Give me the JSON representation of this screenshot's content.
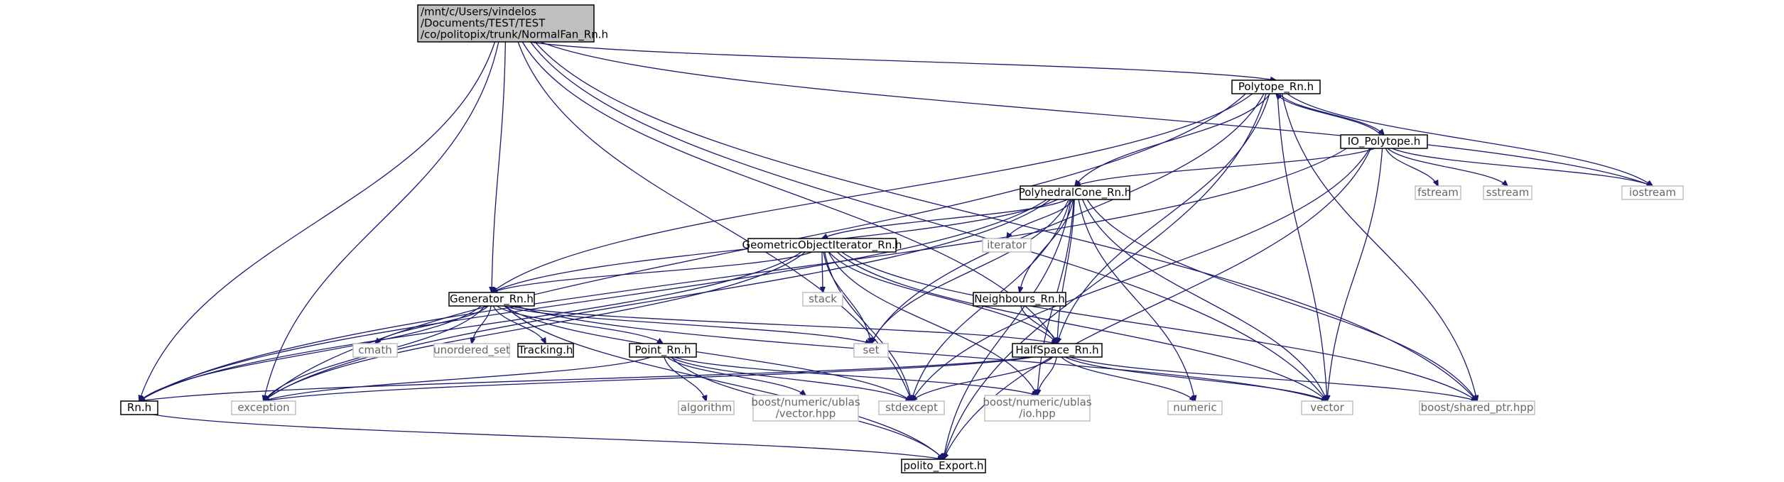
{
  "nodes": [
    {
      "id": "root",
      "lines": [
        "/mnt/c/Users/vindelos",
        "/Documents/TEST/TEST",
        "/co/politopix/trunk/NormalFan_Rn.h"
      ],
      "style": "root"
    },
    {
      "id": "polytope",
      "lines": [
        "Polytope_Rn.h"
      ],
      "style": "normal"
    },
    {
      "id": "io",
      "lines": [
        "IO_Polytope.h"
      ],
      "style": "normal"
    },
    {
      "id": "cone",
      "lines": [
        "PolyhedralCone_Rn.h"
      ],
      "style": "normal"
    },
    {
      "id": "goi",
      "lines": [
        "GeometricObjectIterator_Rn.h"
      ],
      "style": "normal"
    },
    {
      "id": "neigh",
      "lines": [
        "Neighbours_Rn.h"
      ],
      "style": "normal"
    },
    {
      "id": "gen",
      "lines": [
        "Generator_Rn.h"
      ],
      "style": "normal"
    },
    {
      "id": "tracking",
      "lines": [
        "Tracking.h"
      ],
      "style": "normal"
    },
    {
      "id": "point",
      "lines": [
        "Point_Rn.h"
      ],
      "style": "normal"
    },
    {
      "id": "half",
      "lines": [
        "HalfSpace_Rn.h"
      ],
      "style": "normal"
    },
    {
      "id": "rn",
      "lines": [
        "Rn.h"
      ],
      "style": "normal"
    },
    {
      "id": "export",
      "lines": [
        "polito_Export.h"
      ],
      "style": "normal"
    },
    {
      "id": "fstream",
      "lines": [
        "fstream"
      ],
      "style": "ext"
    },
    {
      "id": "sstream",
      "lines": [
        "sstream"
      ],
      "style": "ext"
    },
    {
      "id": "iostream",
      "lines": [
        "iostream"
      ],
      "style": "ext"
    },
    {
      "id": "iterator",
      "lines": [
        "iterator"
      ],
      "style": "ext"
    },
    {
      "id": "stack",
      "lines": [
        "stack"
      ],
      "style": "ext"
    },
    {
      "id": "cmath",
      "lines": [
        "cmath"
      ],
      "style": "ext"
    },
    {
      "id": "unordered",
      "lines": [
        "unordered_set"
      ],
      "style": "ext"
    },
    {
      "id": "set",
      "lines": [
        "set"
      ],
      "style": "ext"
    },
    {
      "id": "algorithm",
      "lines": [
        "algorithm"
      ],
      "style": "ext"
    },
    {
      "id": "ublasvec",
      "lines": [
        "boost/numeric/ublas",
        "/vector.hpp"
      ],
      "style": "ext"
    },
    {
      "id": "stdexcept",
      "lines": [
        "stdexcept"
      ],
      "style": "ext"
    },
    {
      "id": "ublasio",
      "lines": [
        "boost/numeric/ublas",
        "/io.hpp"
      ],
      "style": "ext"
    },
    {
      "id": "numeric",
      "lines": [
        "numeric"
      ],
      "style": "ext"
    },
    {
      "id": "vector",
      "lines": [
        "vector"
      ],
      "style": "ext"
    },
    {
      "id": "sharedptr",
      "lines": [
        "boost/shared_ptr.hpp"
      ],
      "style": "ext"
    },
    {
      "id": "exception",
      "lines": [
        "exception"
      ],
      "style": "ext"
    }
  ],
  "edges": [
    [
      "root",
      "polytope"
    ],
    [
      "root",
      "iostream"
    ],
    [
      "root",
      "vector"
    ],
    [
      "root",
      "sharedptr"
    ],
    [
      "root",
      "rn"
    ],
    [
      "root",
      "exception"
    ],
    [
      "root",
      "gen"
    ],
    [
      "root",
      "stdexcept"
    ],
    [
      "root",
      "half"
    ],
    [
      "polytope",
      "io"
    ],
    [
      "io",
      "polytope"
    ],
    [
      "polytope",
      "cone"
    ],
    [
      "polytope",
      "gen"
    ],
    [
      "polytope",
      "half"
    ],
    [
      "polytope",
      "exception"
    ],
    [
      "polytope",
      "set"
    ],
    [
      "polytope",
      "vector"
    ],
    [
      "polytope",
      "sharedptr"
    ],
    [
      "polytope",
      "iostream"
    ],
    [
      "polytope",
      "export"
    ],
    [
      "io",
      "cone"
    ],
    [
      "io",
      "fstream"
    ],
    [
      "io",
      "sstream"
    ],
    [
      "io",
      "iostream"
    ],
    [
      "io",
      "vector"
    ],
    [
      "io",
      "stdexcept"
    ],
    [
      "io",
      "export"
    ],
    [
      "io",
      "rn"
    ],
    [
      "cone",
      "goi"
    ],
    [
      "cone",
      "neigh"
    ],
    [
      "cone",
      "half"
    ],
    [
      "cone",
      "gen"
    ],
    [
      "cone",
      "iterator"
    ],
    [
      "cone",
      "numeric"
    ],
    [
      "cone",
      "vector"
    ],
    [
      "cone",
      "sharedptr"
    ],
    [
      "cone",
      "export"
    ],
    [
      "cone",
      "ublasio"
    ],
    [
      "cone",
      "set"
    ],
    [
      "cone",
      "stdexcept"
    ],
    [
      "cone",
      "exception"
    ],
    [
      "cone",
      "rn"
    ],
    [
      "goi",
      "gen"
    ],
    [
      "goi",
      "half"
    ],
    [
      "goi",
      "stack"
    ],
    [
      "goi",
      "set"
    ],
    [
      "goi",
      "stdexcept"
    ],
    [
      "goi",
      "ublasio"
    ],
    [
      "goi",
      "vector"
    ],
    [
      "goi",
      "sharedptr"
    ],
    [
      "goi",
      "exception"
    ],
    [
      "goi",
      "rn"
    ],
    [
      "neigh",
      "half"
    ],
    [
      "gen",
      "cmath"
    ],
    [
      "gen",
      "unordered"
    ],
    [
      "gen",
      "tracking"
    ],
    [
      "gen",
      "point"
    ],
    [
      "gen",
      "set"
    ],
    [
      "gen",
      "half"
    ],
    [
      "gen",
      "stdexcept"
    ],
    [
      "gen",
      "vector"
    ],
    [
      "gen",
      "exception"
    ],
    [
      "gen",
      "rn"
    ],
    [
      "gen",
      "export"
    ],
    [
      "point",
      "algorithm"
    ],
    [
      "point",
      "ublasvec"
    ],
    [
      "point",
      "stdexcept"
    ],
    [
      "point",
      "ublasio"
    ],
    [
      "point",
      "exception"
    ],
    [
      "point",
      "export"
    ],
    [
      "half",
      "stdexcept"
    ],
    [
      "half",
      "ublasio"
    ],
    [
      "half",
      "numeric"
    ],
    [
      "half",
      "vector"
    ],
    [
      "half",
      "sharedptr"
    ],
    [
      "half",
      "exception"
    ],
    [
      "half",
      "rn"
    ],
    [
      "rn",
      "export"
    ]
  ],
  "colors": {
    "edge": "#191970",
    "node_border": "#000000",
    "ext_border": "#bfbfbf",
    "ext_text": "#666666",
    "root_fill": "#bfbfbf",
    "node_fill": "#ffffff",
    "text": "#000000"
  }
}
